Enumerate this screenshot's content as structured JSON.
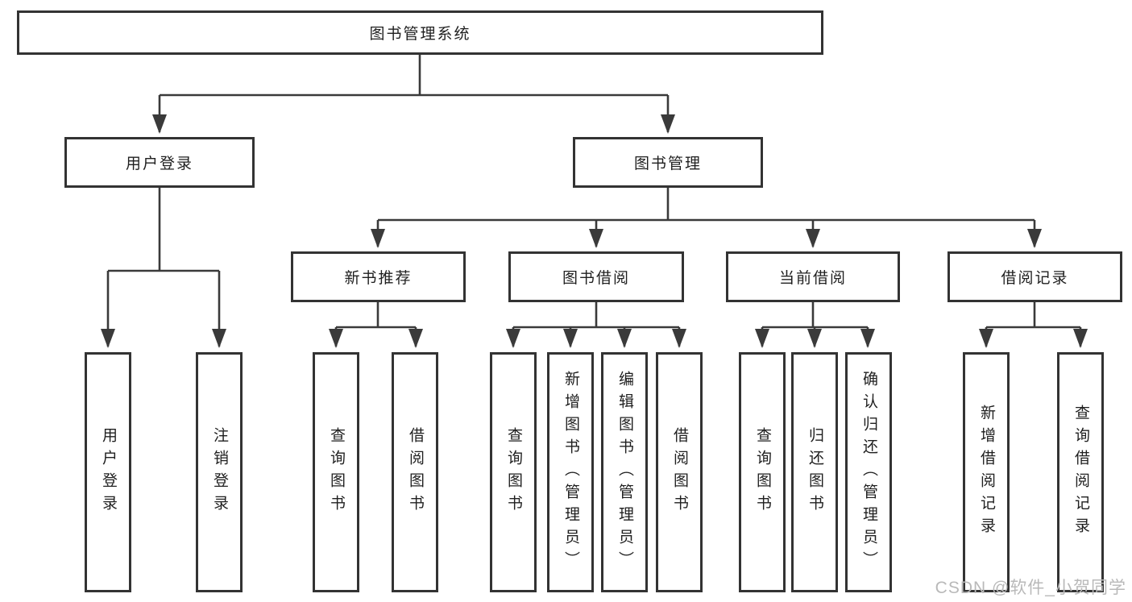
{
  "tree": {
    "root": "图书管理系统",
    "branches": [
      {
        "label": "用户登录",
        "leaves": [
          "用户登录",
          "注销登录"
        ]
      },
      {
        "label": "图书管理",
        "groups": [
          {
            "label": "新书推荐",
            "leaves": [
              "查询图书",
              "借阅图书"
            ]
          },
          {
            "label": "图书借阅",
            "leaves": [
              "查询图书",
              "新增图书（管理员）",
              "编辑图书（管理员）",
              "借阅图书"
            ]
          },
          {
            "label": "当前借阅",
            "leaves": [
              "查询图书",
              "归还图书",
              "确认归还（管理员）"
            ]
          },
          {
            "label": "借阅记录",
            "leaves": [
              "新增借阅记录",
              "查询借阅记录"
            ]
          }
        ]
      }
    ]
  },
  "watermark": "CSDN @软件_小贺同学",
  "colors": {
    "line": "#3a3a3a",
    "box_border": "#333333",
    "box_fill": "#ffffff",
    "text": "#1f1f1f",
    "watermark": "#b9b9b9"
  }
}
